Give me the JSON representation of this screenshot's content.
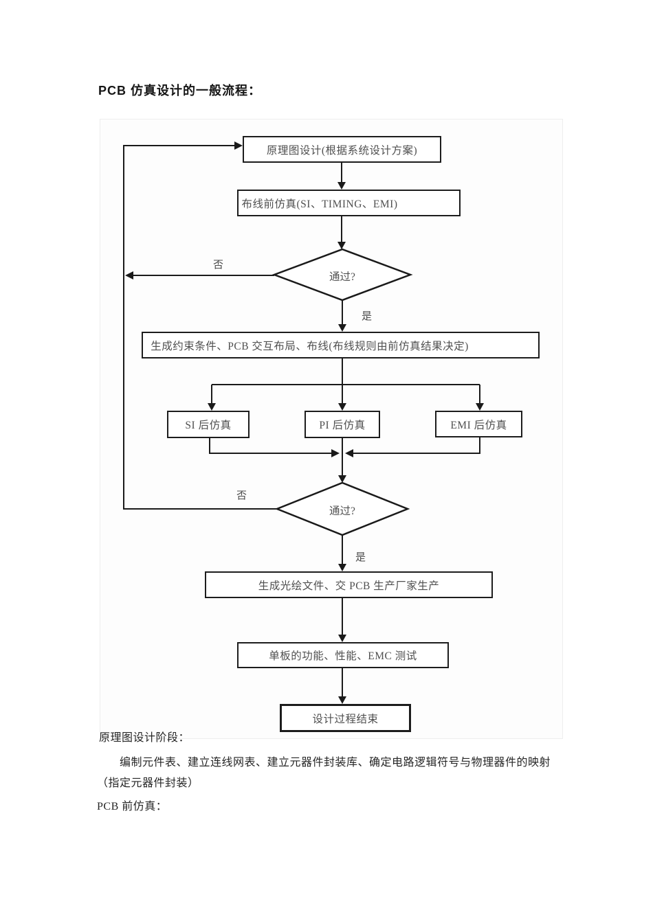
{
  "page": {
    "title": "PCB 仿真设计的一般流程："
  },
  "flowchart": {
    "nodes": {
      "schematic_design": "原理图设计(根据系统设计方案)",
      "pre_route_sim": "布线前仿真(SI、TIMING、EMI)",
      "decision1": "通过?",
      "constraints_layout": "生成约束条件、PCB 交互布局、布线(布线规则由前仿真结果决定)",
      "si_post_sim": "SI 后仿真",
      "pi_post_sim": "PI 后仿真",
      "emi_post_sim": "EMI 后仿真",
      "decision2": "通过?",
      "gerber_production": "生成光绘文件、交 PCB 生产厂家生产",
      "board_test": "单板的功能、性能、EMC 测试",
      "end_process": "设计过程结束"
    },
    "edge_labels": {
      "decision1_no": "否",
      "decision1_yes": "是",
      "decision2_no": "否",
      "decision2_yes": "是"
    },
    "colors": {
      "line": "#1a1a1a",
      "node_text": "#4f4f4f"
    }
  },
  "body_text": {
    "section1_heading": "原理图设计阶段：",
    "section1_line1": "编制元件表、建立连线网表、建立元器件封装库、确定电路逻辑符号与物理器件的映射",
    "section1_line2": "（指定元器件封装）",
    "section2_heading": "PCB 前仿真："
  }
}
